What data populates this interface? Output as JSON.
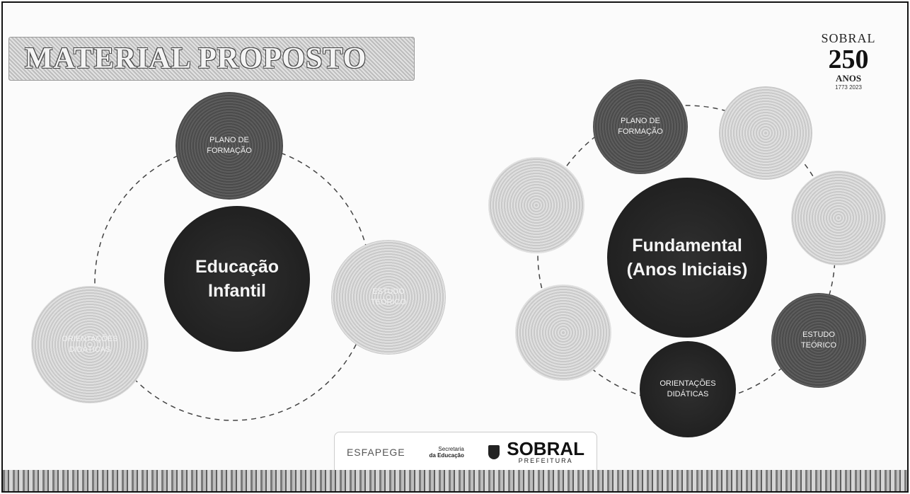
{
  "title": "MATERIAL PROPOSTO",
  "logo_250": {
    "line1": "SOBRAL",
    "line2": "250",
    "line3": "ANOS",
    "line4": "1773 2023"
  },
  "left_cycle": {
    "center": [
      "Educação",
      "Infantil"
    ],
    "nodes": [
      {
        "lines": [
          "PLANO DE",
          "FORMAÇÃO"
        ],
        "tone": "mid"
      },
      {
        "lines": [
          "ESTUDO",
          "TEÓRICO"
        ],
        "tone": "light"
      },
      {
        "lines": [
          "ORIENTAÇÕES",
          "DIDÁTICAS"
        ],
        "tone": "light"
      }
    ]
  },
  "right_cycle": {
    "center": [
      "Fundamental",
      "(Anos Iniciais)"
    ],
    "nodes": [
      {
        "lines": [
          "PLANO DE",
          "FORMAÇÃO"
        ],
        "tone": "mid"
      },
      {
        "lines": [
          "",
          ""
        ],
        "tone": "light"
      },
      {
        "lines": [
          "",
          ""
        ],
        "tone": "light"
      },
      {
        "lines": [
          "ESTUDO",
          "TEÓRICO"
        ],
        "tone": "mid"
      },
      {
        "lines": [
          "ORIENTAÇÕES",
          "DIDÁTICAS"
        ],
        "tone": "dark"
      },
      {
        "lines": [
          "",
          "",
          ""
        ],
        "tone": "light"
      },
      {
        "lines": [
          ""
        ],
        "tone": "light"
      }
    ]
  },
  "footer": {
    "esfapege": "ESFAPEGE",
    "secretaria": [
      "Secretaria",
      "da Educação"
    ],
    "sobral": "SOBRAL",
    "prefeitura": "PREFEITURA"
  }
}
